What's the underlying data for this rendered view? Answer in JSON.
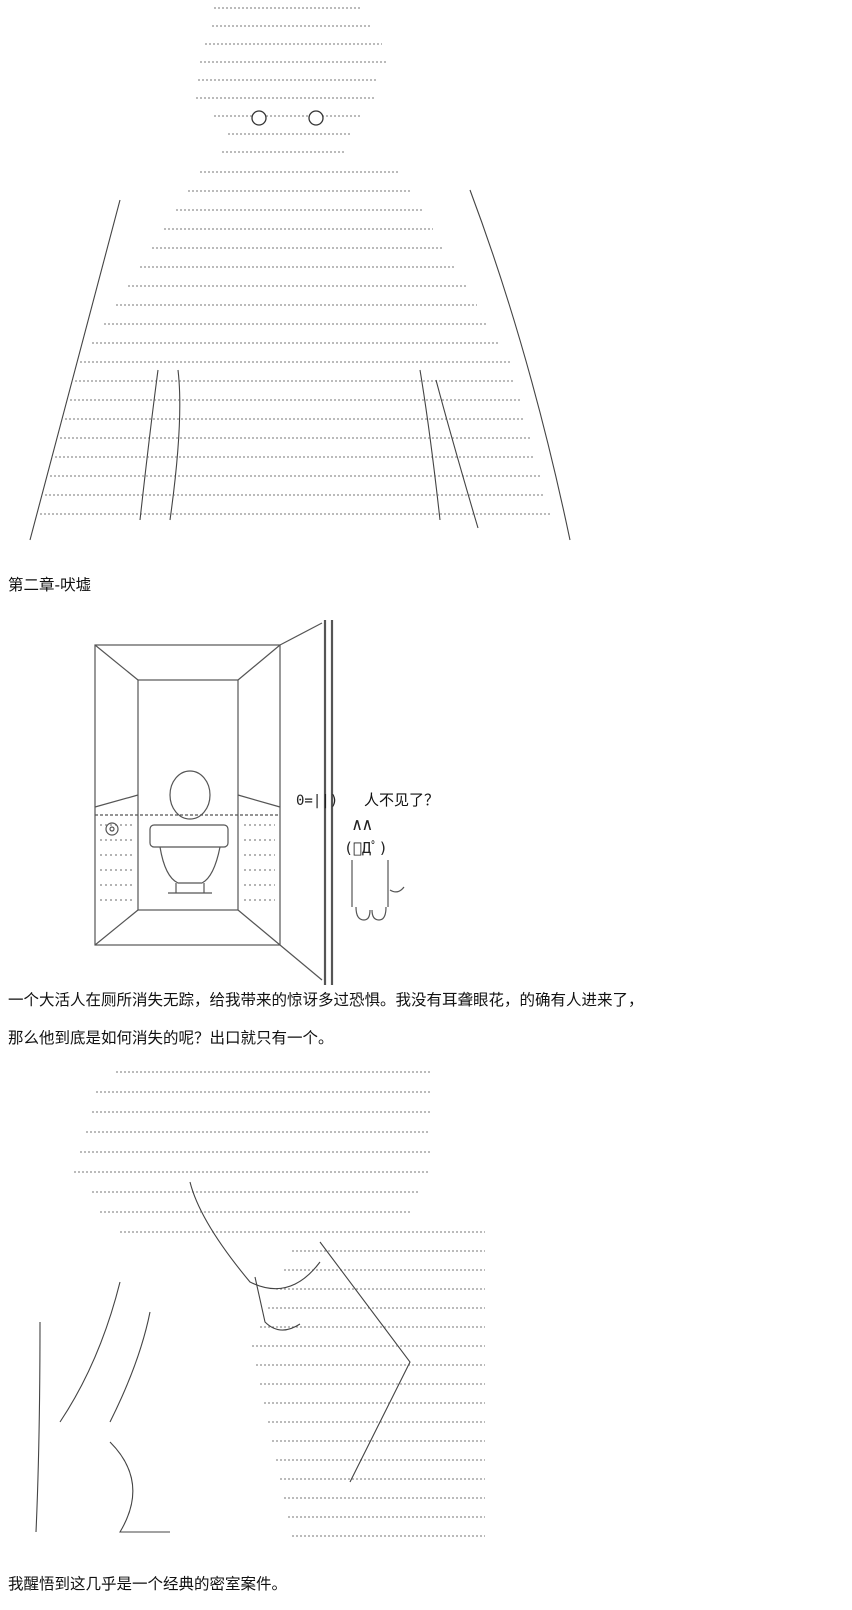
{
  "page": {
    "background": "#ffffff",
    "text_color": "#111111",
    "line_color": "#555555"
  },
  "chapter_title": "第二章-吠墟",
  "scene2": {
    "dialogue": "人不见了？",
    "face": "(ﾟДﾟ)",
    "ears": "∧∧",
    "knob": "0=||)"
  },
  "narration": {
    "line1": "一个大活人在厕所消失无踪，给我带来的惊讶多过恐惧。我没有耳聋眼花，的确有人进来了，",
    "line2": "那么他到底是如何消失的呢？出口就只有一个。",
    "line3": "我醒悟到这几乎是一个经典的密室案件。"
  },
  "icons": {
    "figure1": "ascii-art-figure-back-view",
    "toilet_stall": "toilet-stall-doorway-art",
    "cat": "ascii-cat-mascot",
    "figure2": "ascii-art-detective-hand-on-chin"
  }
}
